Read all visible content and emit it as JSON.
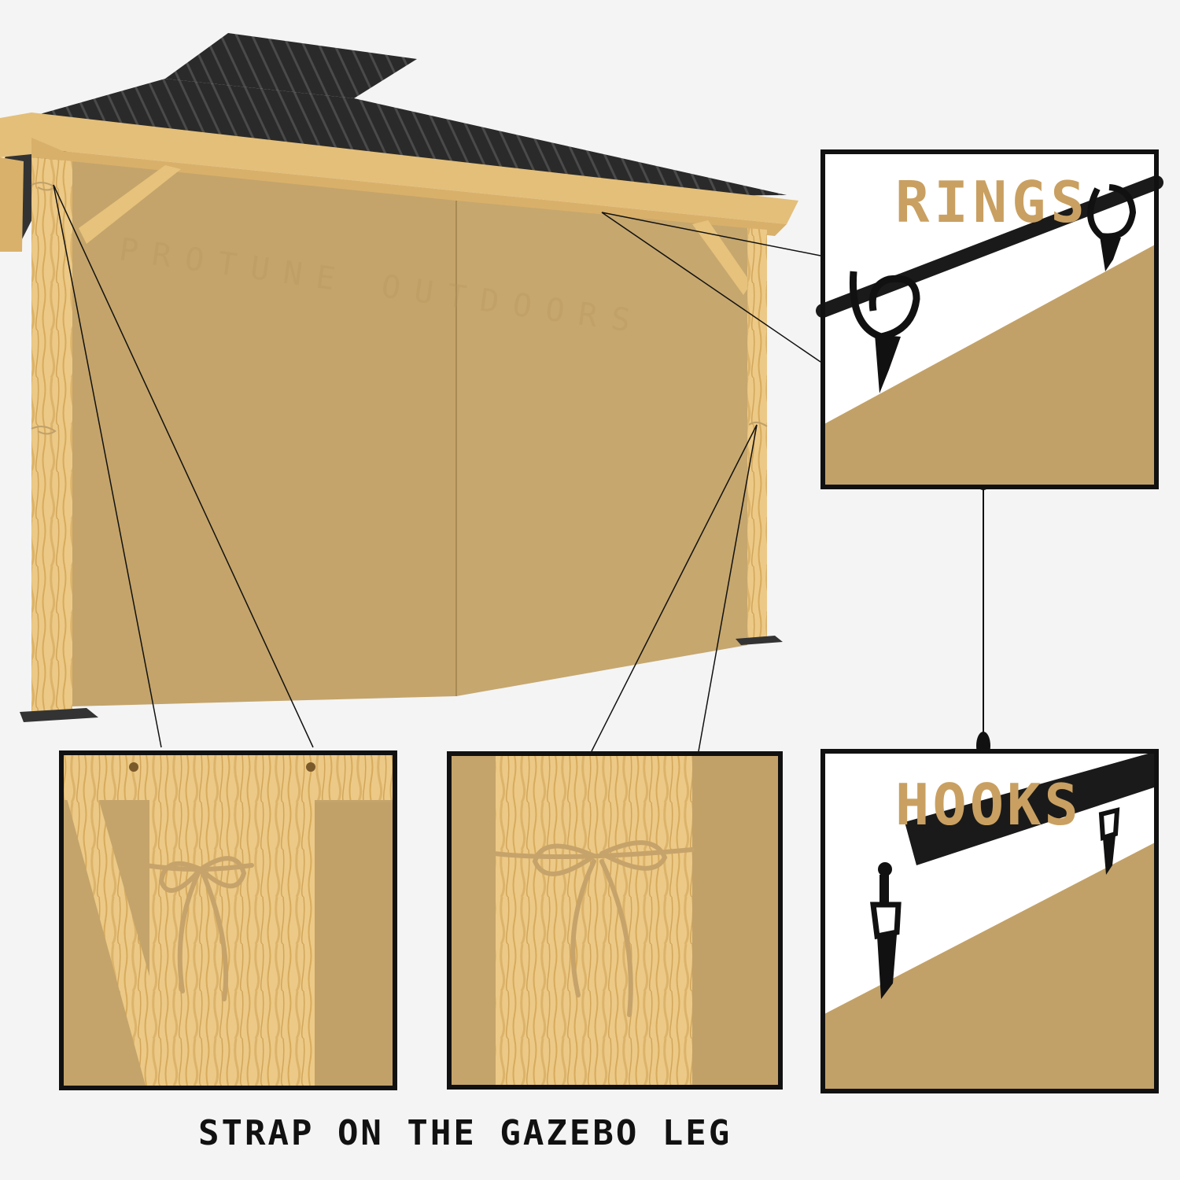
{
  "labels": {
    "rings": "RINGS",
    "hooks": "HOOKS",
    "strap_caption": "STRAP ON THE GAZEBO LEG"
  },
  "watermark": "PROTUNE OUTDOORS",
  "colors": {
    "background": "#f4f4f4",
    "curtain": "#c4a46a",
    "curtain_shade": "#b8965d",
    "wood": "#e8c47e",
    "wood_dark": "#cfa35a",
    "roof": "#2b2b2b",
    "label_gold": "#c9a061",
    "frame": "#111111"
  },
  "icons": {
    "ring": "curtain-ring-icon",
    "hook": "curtain-hook-icon",
    "bow": "rope-bow-icon"
  }
}
